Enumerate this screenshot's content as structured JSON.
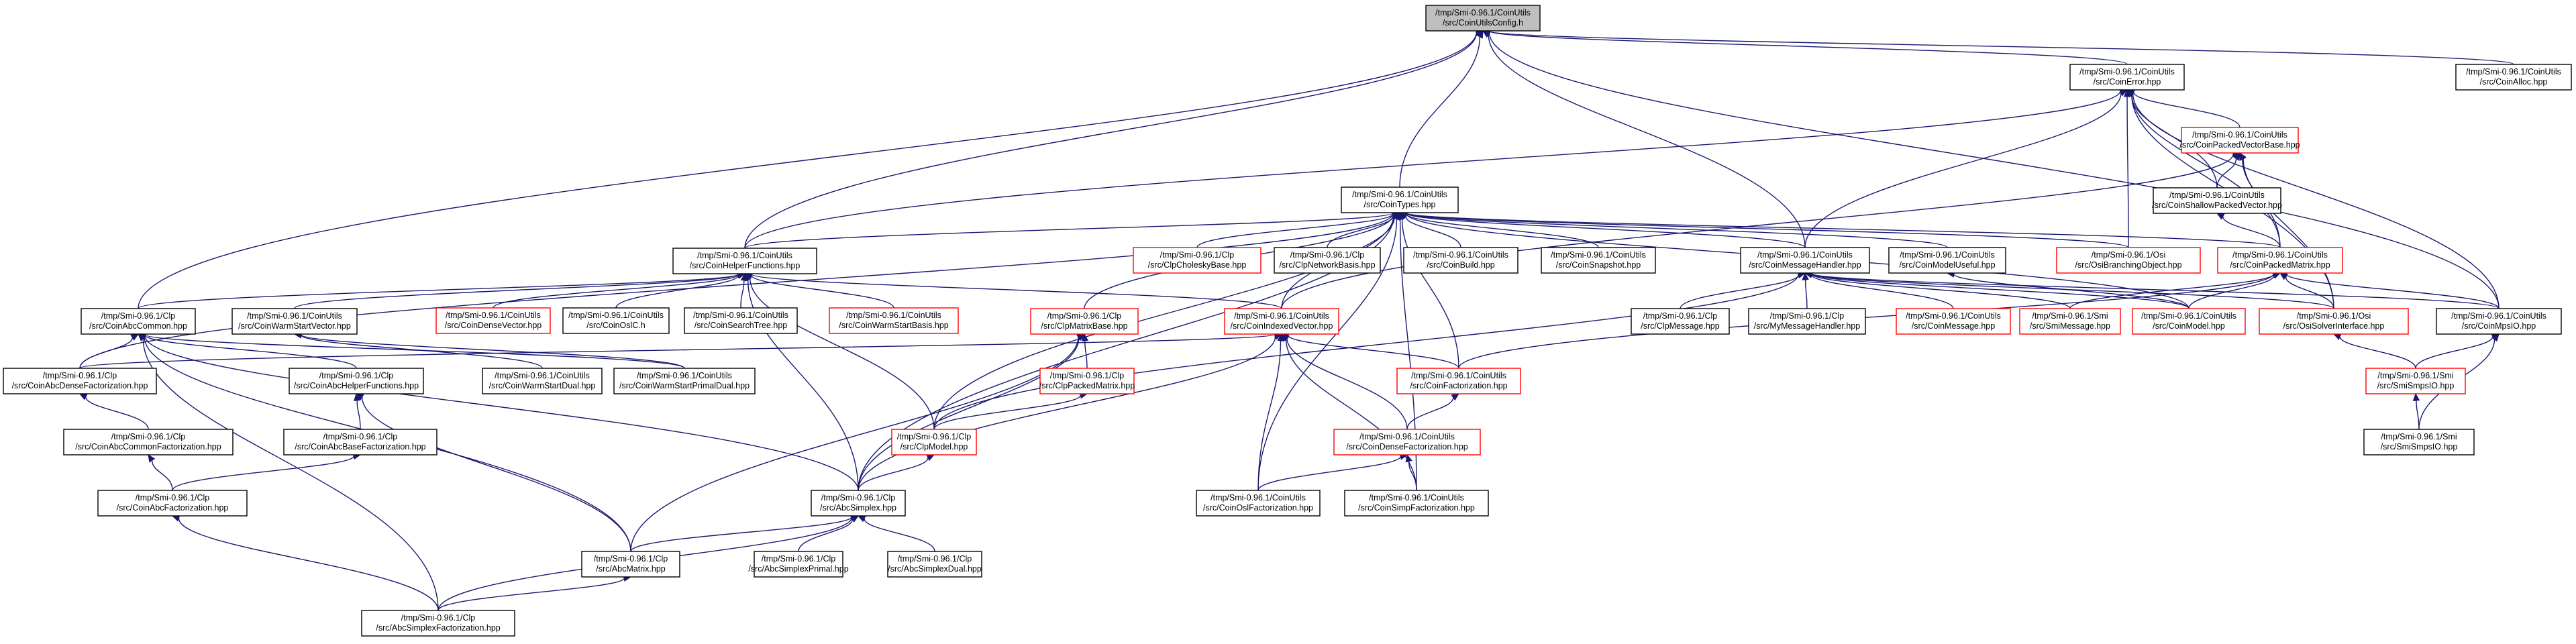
{
  "graph": {
    "colors": {
      "edge": "#191970",
      "focus_fill": "#bfbfbf",
      "red_border": "#ff0000",
      "border": "#000000"
    },
    "nodes": [
      {
        "id": "cfg",
        "label": [
          "/tmp/Smi-0.96.1/CoinUtils",
          "/src/CoinUtilsConfig.h"
        ],
        "style": "focus"
      },
      {
        "id": "err",
        "label": [
          "/tmp/Smi-0.96.1/CoinUtils",
          "/src/CoinError.hpp"
        ],
        "style": "normal"
      },
      {
        "id": "alloc",
        "label": [
          "/tmp/Smi-0.96.1/CoinUtils",
          "/src/CoinAlloc.hpp"
        ],
        "style": "normal"
      },
      {
        "id": "pvb",
        "label": [
          "/tmp/Smi-0.96.1/CoinUtils",
          "/src/CoinPackedVectorBase.hpp"
        ],
        "style": "red"
      },
      {
        "id": "spv",
        "label": [
          "/tmp/Smi-0.96.1/CoinUtils",
          "/src/CoinShallowPackedVector.hpp"
        ],
        "style": "normal"
      },
      {
        "id": "types",
        "label": [
          "/tmp/Smi-0.96.1/CoinUtils",
          "/src/CoinTypes.hpp"
        ],
        "style": "normal"
      },
      {
        "id": "help",
        "label": [
          "/tmp/Smi-0.96.1/CoinUtils",
          "/src/CoinHelperFunctions.hpp"
        ],
        "style": "normal"
      },
      {
        "id": "chol",
        "label": [
          "/tmp/Smi-0.96.1/Clp",
          "/src/ClpCholeskyBase.hpp"
        ],
        "style": "red"
      },
      {
        "id": "netb",
        "label": [
          "/tmp/Smi-0.96.1/Clp",
          "/src/ClpNetworkBasis.hpp"
        ],
        "style": "normal"
      },
      {
        "id": "build",
        "label": [
          "/tmp/Smi-0.96.1/CoinUtils",
          "/src/CoinBuild.hpp"
        ],
        "style": "normal"
      },
      {
        "id": "snap",
        "label": [
          "/tmp/Smi-0.96.1/CoinUtils",
          "/src/CoinSnapshot.hpp"
        ],
        "style": "normal"
      },
      {
        "id": "mh",
        "label": [
          "/tmp/Smi-0.96.1/CoinUtils",
          "/src/CoinMessageHandler.hpp"
        ],
        "style": "normal"
      },
      {
        "id": "mu",
        "label": [
          "/tmp/Smi-0.96.1/CoinUtils",
          "/src/CoinModelUseful.hpp"
        ],
        "style": "normal"
      },
      {
        "id": "osibo",
        "label": [
          "/tmp/Smi-0.96.1/Osi",
          "/src/OsiBranchingObject.hpp"
        ],
        "style": "red"
      },
      {
        "id": "pm",
        "label": [
          "/tmp/Smi-0.96.1/CoinUtils",
          "/src/CoinPackedMatrix.hpp"
        ],
        "style": "red"
      },
      {
        "id": "acom",
        "label": [
          "/tmp/Smi-0.96.1/Clp",
          "/src/CoinAbcCommon.hpp"
        ],
        "style": "normal"
      },
      {
        "id": "wsv",
        "label": [
          "/tmp/Smi-0.96.1/CoinUtils",
          "/src/CoinWarmStartVector.hpp"
        ],
        "style": "normal"
      },
      {
        "id": "dv",
        "label": [
          "/tmp/Smi-0.96.1/CoinUtils",
          "/src/CoinDenseVector.hpp"
        ],
        "style": "red"
      },
      {
        "id": "osic",
        "label": [
          "/tmp/Smi-0.96.1/CoinUtils",
          "/src/CoinOslC.h"
        ],
        "style": "normal"
      },
      {
        "id": "st",
        "label": [
          "/tmp/Smi-0.96.1/CoinUtils",
          "/src/CoinSearchTree.hpp"
        ],
        "style": "normal"
      },
      {
        "id": "wsb",
        "label": [
          "/tmp/Smi-0.96.1/CoinUtils",
          "/src/CoinWarmStartBasis.hpp"
        ],
        "style": "red"
      },
      {
        "id": "cmb",
        "label": [
          "/tmp/Smi-0.96.1/Clp",
          "/src/ClpMatrixBase.hpp"
        ],
        "style": "red"
      },
      {
        "id": "iv",
        "label": [
          "/tmp/Smi-0.96.1/CoinUtils",
          "/src/CoinIndexedVector.hpp"
        ],
        "style": "red"
      },
      {
        "id": "cmsg",
        "label": [
          "/tmp/Smi-0.96.1/Clp",
          "/src/ClpMessage.hpp"
        ],
        "style": "normal"
      },
      {
        "id": "mymh",
        "label": [
          "/tmp/Smi-0.96.1/Clp",
          "/src/MyMessageHandler.hpp"
        ],
        "style": "normal"
      },
      {
        "id": "coinmsg",
        "label": [
          "/tmp/Smi-0.96.1/CoinUtils",
          "/src/CoinMessage.hpp"
        ],
        "style": "red"
      },
      {
        "id": "smimsg",
        "label": [
          "/tmp/Smi-0.96.1/Smi",
          "/src/SmiMessage.hpp"
        ],
        "style": "red"
      },
      {
        "id": "model",
        "label": [
          "/tmp/Smi-0.96.1/CoinUtils",
          "/src/CoinModel.hpp"
        ],
        "style": "red"
      },
      {
        "id": "osisi",
        "label": [
          "/tmp/Smi-0.96.1/Osi",
          "/src/OsiSolverInterface.hpp"
        ],
        "style": "red"
      },
      {
        "id": "mpsio",
        "label": [
          "/tmp/Smi-0.96.1/CoinUtils",
          "/src/CoinMpsIO.hpp"
        ],
        "style": "normal"
      },
      {
        "id": "adf",
        "label": [
          "/tmp/Smi-0.96.1/Clp",
          "/src/CoinAbcDenseFactorization.hpp"
        ],
        "style": "normal"
      },
      {
        "id": "ahf",
        "label": [
          "/tmp/Smi-0.96.1/Clp",
          "/src/CoinAbcHelperFunctions.hpp"
        ],
        "style": "normal"
      },
      {
        "id": "wsd",
        "label": [
          "/tmp/Smi-0.96.1/CoinUtils",
          "/src/CoinWarmStartDual.hpp"
        ],
        "style": "normal"
      },
      {
        "id": "wspd",
        "label": [
          "/tmp/Smi-0.96.1/CoinUtils",
          "/src/CoinWarmStartPrimalDual.hpp"
        ],
        "style": "normal"
      },
      {
        "id": "cpm",
        "label": [
          "/tmp/Smi-0.96.1/Clp",
          "/src/ClpPackedMatrix.hpp"
        ],
        "style": "red"
      },
      {
        "id": "fact",
        "label": [
          "/tmp/Smi-0.96.1/CoinUtils",
          "/src/CoinFactorization.hpp"
        ],
        "style": "red"
      },
      {
        "id": "smisd",
        "label": [
          "/tmp/Smi-0.96.1/Smi",
          "/src/SmiSmpsIO.hpp"
        ],
        "style": "red"
      },
      {
        "id": "acf",
        "label": [
          "/tmp/Smi-0.96.1/Clp",
          "/src/CoinAbcCommonFactorization.hpp"
        ],
        "style": "normal"
      },
      {
        "id": "abf",
        "label": [
          "/tmp/Smi-0.96.1/Clp",
          "/src/CoinAbcBaseFactorization.hpp"
        ],
        "style": "normal"
      },
      {
        "id": "clpm",
        "label": [
          "/tmp/Smi-0.96.1/Clp",
          "/src/ClpModel.hpp"
        ],
        "style": "red"
      },
      {
        "id": "df",
        "label": [
          "/tmp/Smi-0.96.1/CoinUtils",
          "/src/CoinDenseFactorization.hpp"
        ],
        "style": "red"
      },
      {
        "id": "smisio",
        "label": [
          "/tmp/Smi-0.96.1/Smi",
          "/src/SmiSmpsIO.hpp"
        ],
        "style": "normal"
      },
      {
        "id": "af",
        "label": [
          "/tmp/Smi-0.96.1/Clp",
          "/src/CoinAbcFactorization.hpp"
        ],
        "style": "normal"
      },
      {
        "id": "abcs",
        "label": [
          "/tmp/Smi-0.96.1/Clp",
          "/src/AbcSimplex.hpp"
        ],
        "style": "normal"
      },
      {
        "id": "oslf",
        "label": [
          "/tmp/Smi-0.96.1/CoinUtils",
          "/src/CoinOslFactorization.hpp"
        ],
        "style": "normal"
      },
      {
        "id": "simpf",
        "label": [
          "/tmp/Smi-0.96.1/CoinUtils",
          "/src/CoinSimpFactorization.hpp"
        ],
        "style": "normal"
      },
      {
        "id": "amat",
        "label": [
          "/tmp/Smi-0.96.1/Clp",
          "/src/AbcMatrix.hpp"
        ],
        "style": "normal"
      },
      {
        "id": "aprim",
        "label": [
          "/tmp/Smi-0.96.1/Clp",
          "/src/AbcSimplexPrimal.hpp"
        ],
        "style": "normal"
      },
      {
        "id": "adual",
        "label": [
          "/tmp/Smi-0.96.1/Clp",
          "/src/AbcSimplexDual.hpp"
        ],
        "style": "normal"
      },
      {
        "id": "asf",
        "label": [
          "/tmp/Smi-0.96.1/Clp",
          "/src/AbcSimplexFactorization.hpp"
        ],
        "style": "normal"
      }
    ],
    "edges": [
      [
        "err",
        "cfg"
      ],
      [
        "alloc",
        "cfg"
      ],
      [
        "types",
        "cfg"
      ],
      [
        "help",
        "cfg"
      ],
      [
        "mh",
        "cfg"
      ],
      [
        "acom",
        "cfg"
      ],
      [
        "mpsio",
        "cfg"
      ],
      [
        "pvb",
        "err"
      ],
      [
        "spv",
        "err"
      ],
      [
        "pm",
        "err"
      ],
      [
        "osibo",
        "err"
      ],
      [
        "osisi",
        "err"
      ],
      [
        "mpsio",
        "err"
      ],
      [
        "help",
        "err"
      ],
      [
        "mh",
        "err"
      ],
      [
        "spv",
        "pvb"
      ],
      [
        "pm",
        "pvb"
      ],
      [
        "osisi",
        "pvb"
      ],
      [
        "iv",
        "pvb"
      ],
      [
        "pm",
        "spv"
      ],
      [
        "help",
        "types"
      ],
      [
        "chol",
        "types"
      ],
      [
        "netb",
        "types"
      ],
      [
        "build",
        "types"
      ],
      [
        "snap",
        "types"
      ],
      [
        "mh",
        "types"
      ],
      [
        "mu",
        "types"
      ],
      [
        "osibo",
        "types"
      ],
      [
        "pm",
        "types"
      ],
      [
        "adf",
        "types"
      ],
      [
        "cmb",
        "types"
      ],
      [
        "iv",
        "types"
      ],
      [
        "clpm",
        "types"
      ],
      [
        "fact",
        "types"
      ],
      [
        "oslf",
        "types"
      ],
      [
        "simpf",
        "types"
      ],
      [
        "model",
        "types"
      ],
      [
        "abcs",
        "types"
      ],
      [
        "acom",
        "help"
      ],
      [
        "wsv",
        "help"
      ],
      [
        "dv",
        "help"
      ],
      [
        "osic",
        "help"
      ],
      [
        "st",
        "help"
      ],
      [
        "wsb",
        "help"
      ],
      [
        "iv",
        "help"
      ],
      [
        "clpm",
        "help"
      ],
      [
        "abcs",
        "help"
      ],
      [
        "cmsg",
        "mh"
      ],
      [
        "mymh",
        "mh"
      ],
      [
        "coinmsg",
        "mh"
      ],
      [
        "smimsg",
        "mh"
      ],
      [
        "model",
        "mh"
      ],
      [
        "osisi",
        "mh"
      ],
      [
        "mpsio",
        "mh"
      ],
      [
        "clpm",
        "mh"
      ],
      [
        "model",
        "mu"
      ],
      [
        "osisi",
        "pm"
      ],
      [
        "mpsio",
        "pm"
      ],
      [
        "model",
        "pm"
      ],
      [
        "fact",
        "pm"
      ],
      [
        "smimsg",
        "pm"
      ],
      [
        "smisd",
        "mpsio"
      ],
      [
        "smisio",
        "mpsio"
      ],
      [
        "smisd",
        "osisi"
      ],
      [
        "smisio",
        "smisd"
      ],
      [
        "adf",
        "acom"
      ],
      [
        "ahf",
        "acom"
      ],
      [
        "asf",
        "acom"
      ],
      [
        "amat",
        "acom"
      ],
      [
        "abcs",
        "acom"
      ],
      [
        "wsd",
        "wsv"
      ],
      [
        "wspd",
        "wsv"
      ],
      [
        "wspd",
        "acom"
      ],
      [
        "cpm",
        "cmb"
      ],
      [
        "clpm",
        "cpm"
      ],
      [
        "amat",
        "cmb"
      ],
      [
        "abcs",
        "cmb"
      ],
      [
        "adf",
        "iv"
      ],
      [
        "fact",
        "iv"
      ],
      [
        "df",
        "iv"
      ],
      [
        "oslf",
        "iv"
      ],
      [
        "simpf",
        "iv"
      ],
      [
        "abcs",
        "iv"
      ],
      [
        "df",
        "fact"
      ],
      [
        "oslf",
        "df"
      ],
      [
        "simpf",
        "df"
      ],
      [
        "acf",
        "adf"
      ],
      [
        "af",
        "acf"
      ],
      [
        "abf",
        "ahf"
      ],
      [
        "af",
        "abf"
      ],
      [
        "amat",
        "ahf"
      ],
      [
        "asf",
        "af"
      ],
      [
        "abcs",
        "clpm"
      ],
      [
        "amat",
        "abcs"
      ],
      [
        "aprim",
        "abcs"
      ],
      [
        "adual",
        "abcs"
      ],
      [
        "asf",
        "abcs"
      ],
      [
        "asf",
        "amat"
      ]
    ]
  }
}
